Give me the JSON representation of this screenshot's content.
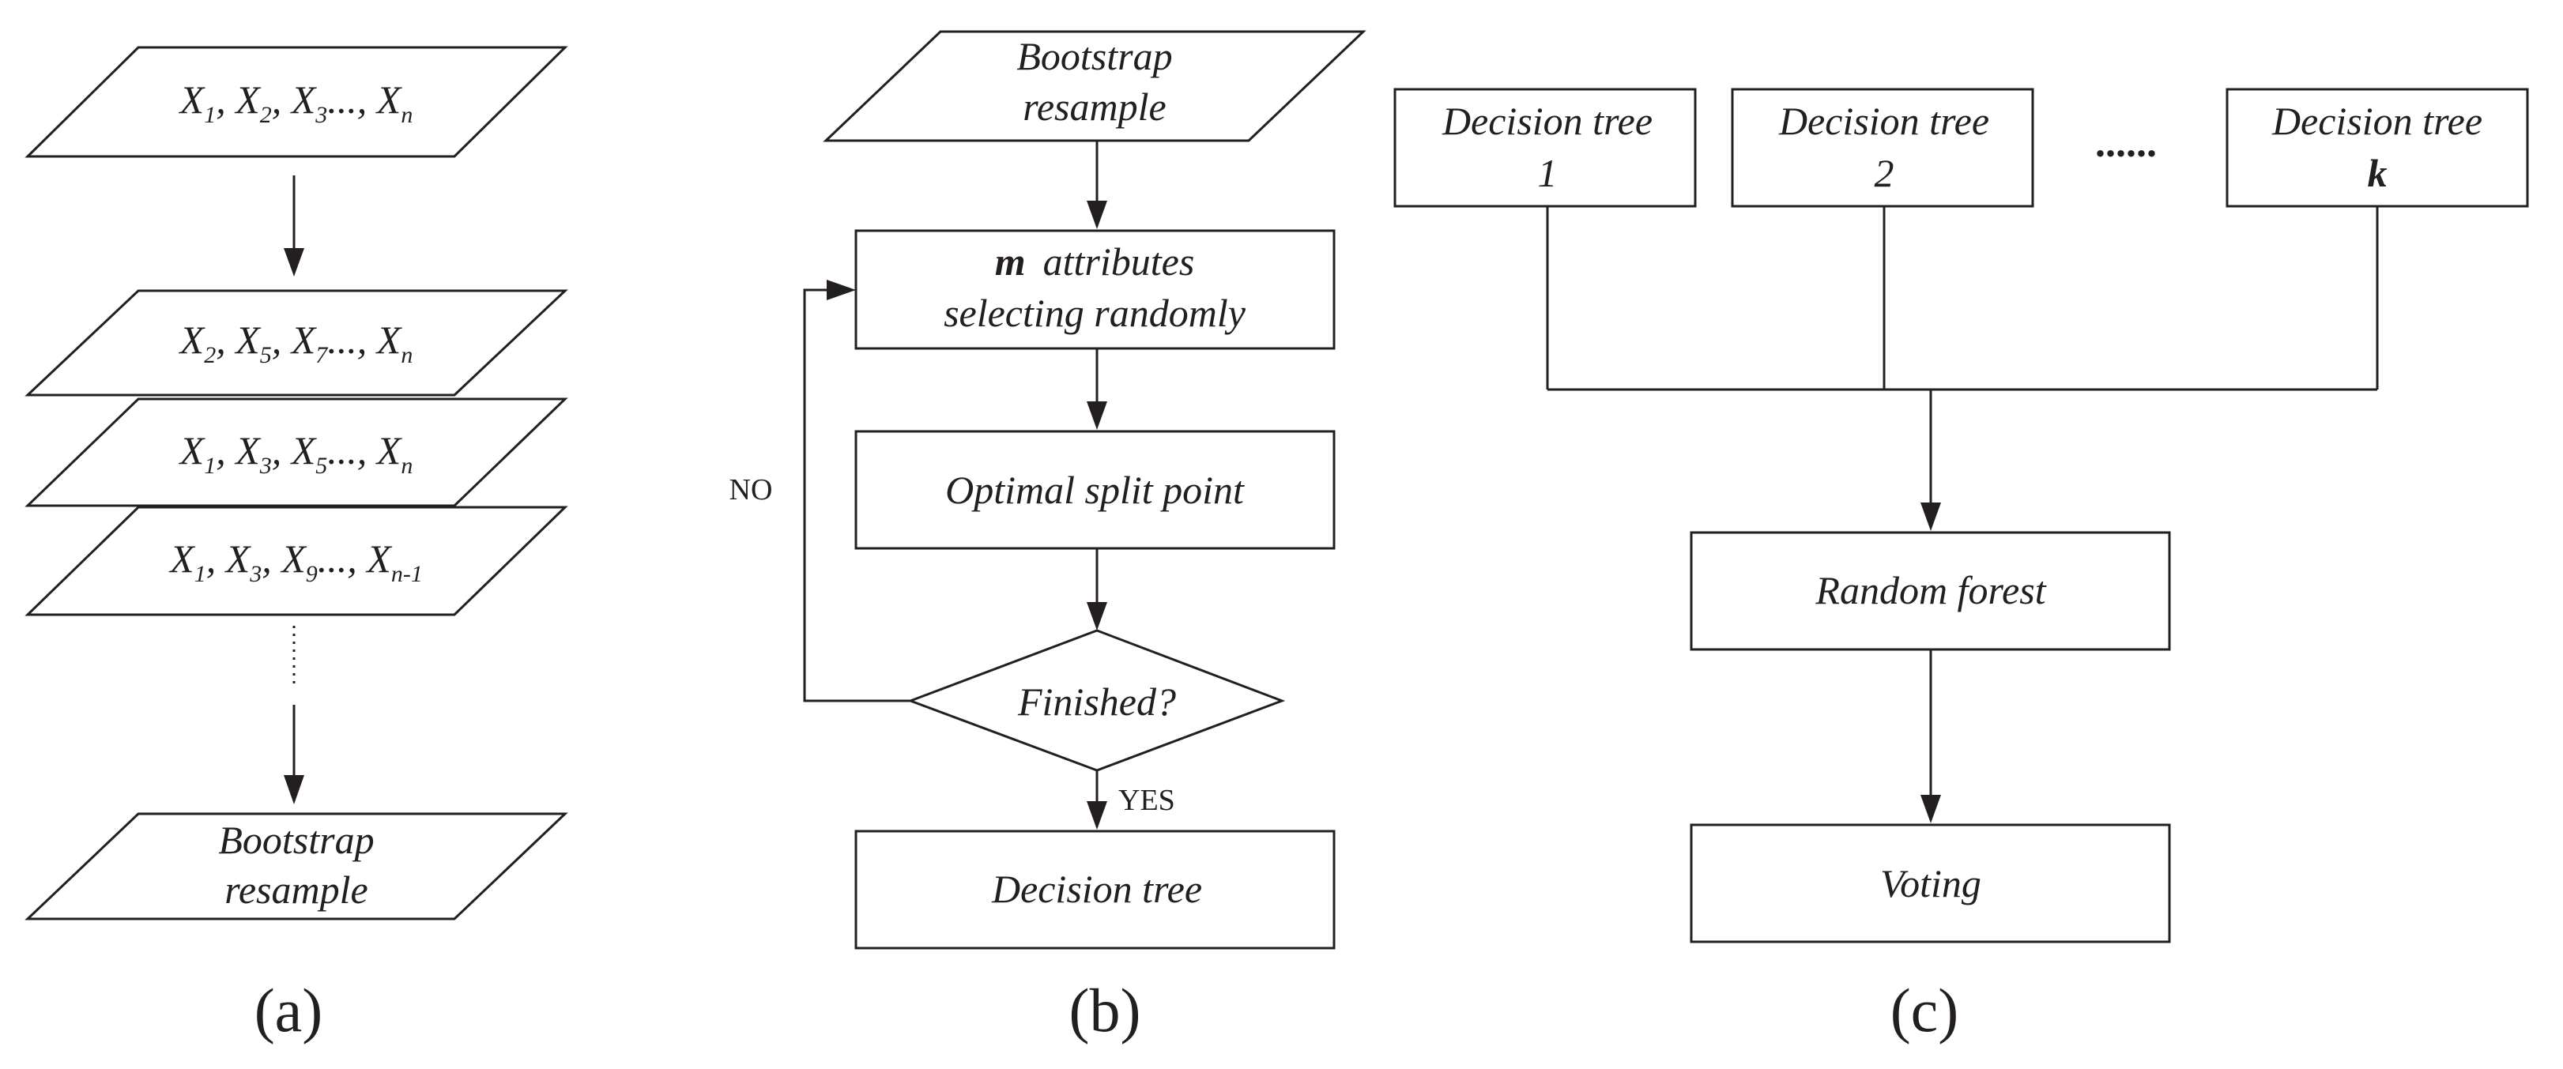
{
  "panel_a": {
    "sets": [
      [
        {
          "letter": "X",
          "sub": "1",
          "sep": ", "
        },
        {
          "letter": "X",
          "sub": "2",
          "sep": ", "
        },
        {
          "letter": "X",
          "sub": "3",
          "sep": "..., "
        },
        {
          "letter": "X",
          "sub": "n",
          "sep": ""
        }
      ],
      [
        {
          "letter": "X",
          "sub": "2",
          "sep": ", "
        },
        {
          "letter": "X",
          "sub": "5",
          "sep": ", "
        },
        {
          "letter": "X",
          "sub": "7",
          "sep": "..., "
        },
        {
          "letter": "X",
          "sub": "n",
          "sep": ""
        }
      ],
      [
        {
          "letter": "X",
          "sub": "1",
          "sep": ", "
        },
        {
          "letter": "X",
          "sub": "3",
          "sep": ", "
        },
        {
          "letter": "X",
          "sub": "5",
          "sep": "..., "
        },
        {
          "letter": "X",
          "sub": "n",
          "sep": ""
        }
      ],
      [
        {
          "letter": "X",
          "sub": "1",
          "sep": ", "
        },
        {
          "letter": "X",
          "sub": "3",
          "sep": ", "
        },
        {
          "letter": "X",
          "sub": "9",
          "sep": "..., "
        },
        {
          "letter": "X",
          "sub": "n-1",
          "sep": ""
        }
      ]
    ],
    "result_line1": "Bootstrap",
    "result_line2": "resample",
    "caption": "(a)"
  },
  "panel_b": {
    "input_line1": "Bootstrap",
    "input_line2": "resample",
    "attr_bold": "m",
    "attr_rest": "attributes",
    "attr_line2": "selecting randomly",
    "split": "Optimal split point",
    "decision": "Finished?",
    "no_label": "NO",
    "yes_label": "YES",
    "output": "Decision tree",
    "caption": "(b)"
  },
  "panel_c": {
    "trees": [
      {
        "line1": "Decision tree",
        "line2": "1",
        "bold": false
      },
      {
        "line1": "Decision tree",
        "line2": "2",
        "bold": false
      },
      {
        "line1": "Decision tree",
        "line2": "k",
        "bold": true
      }
    ],
    "ellipsis": "......",
    "forest": "Random forest",
    "voting": "Voting",
    "caption": "(c)"
  }
}
